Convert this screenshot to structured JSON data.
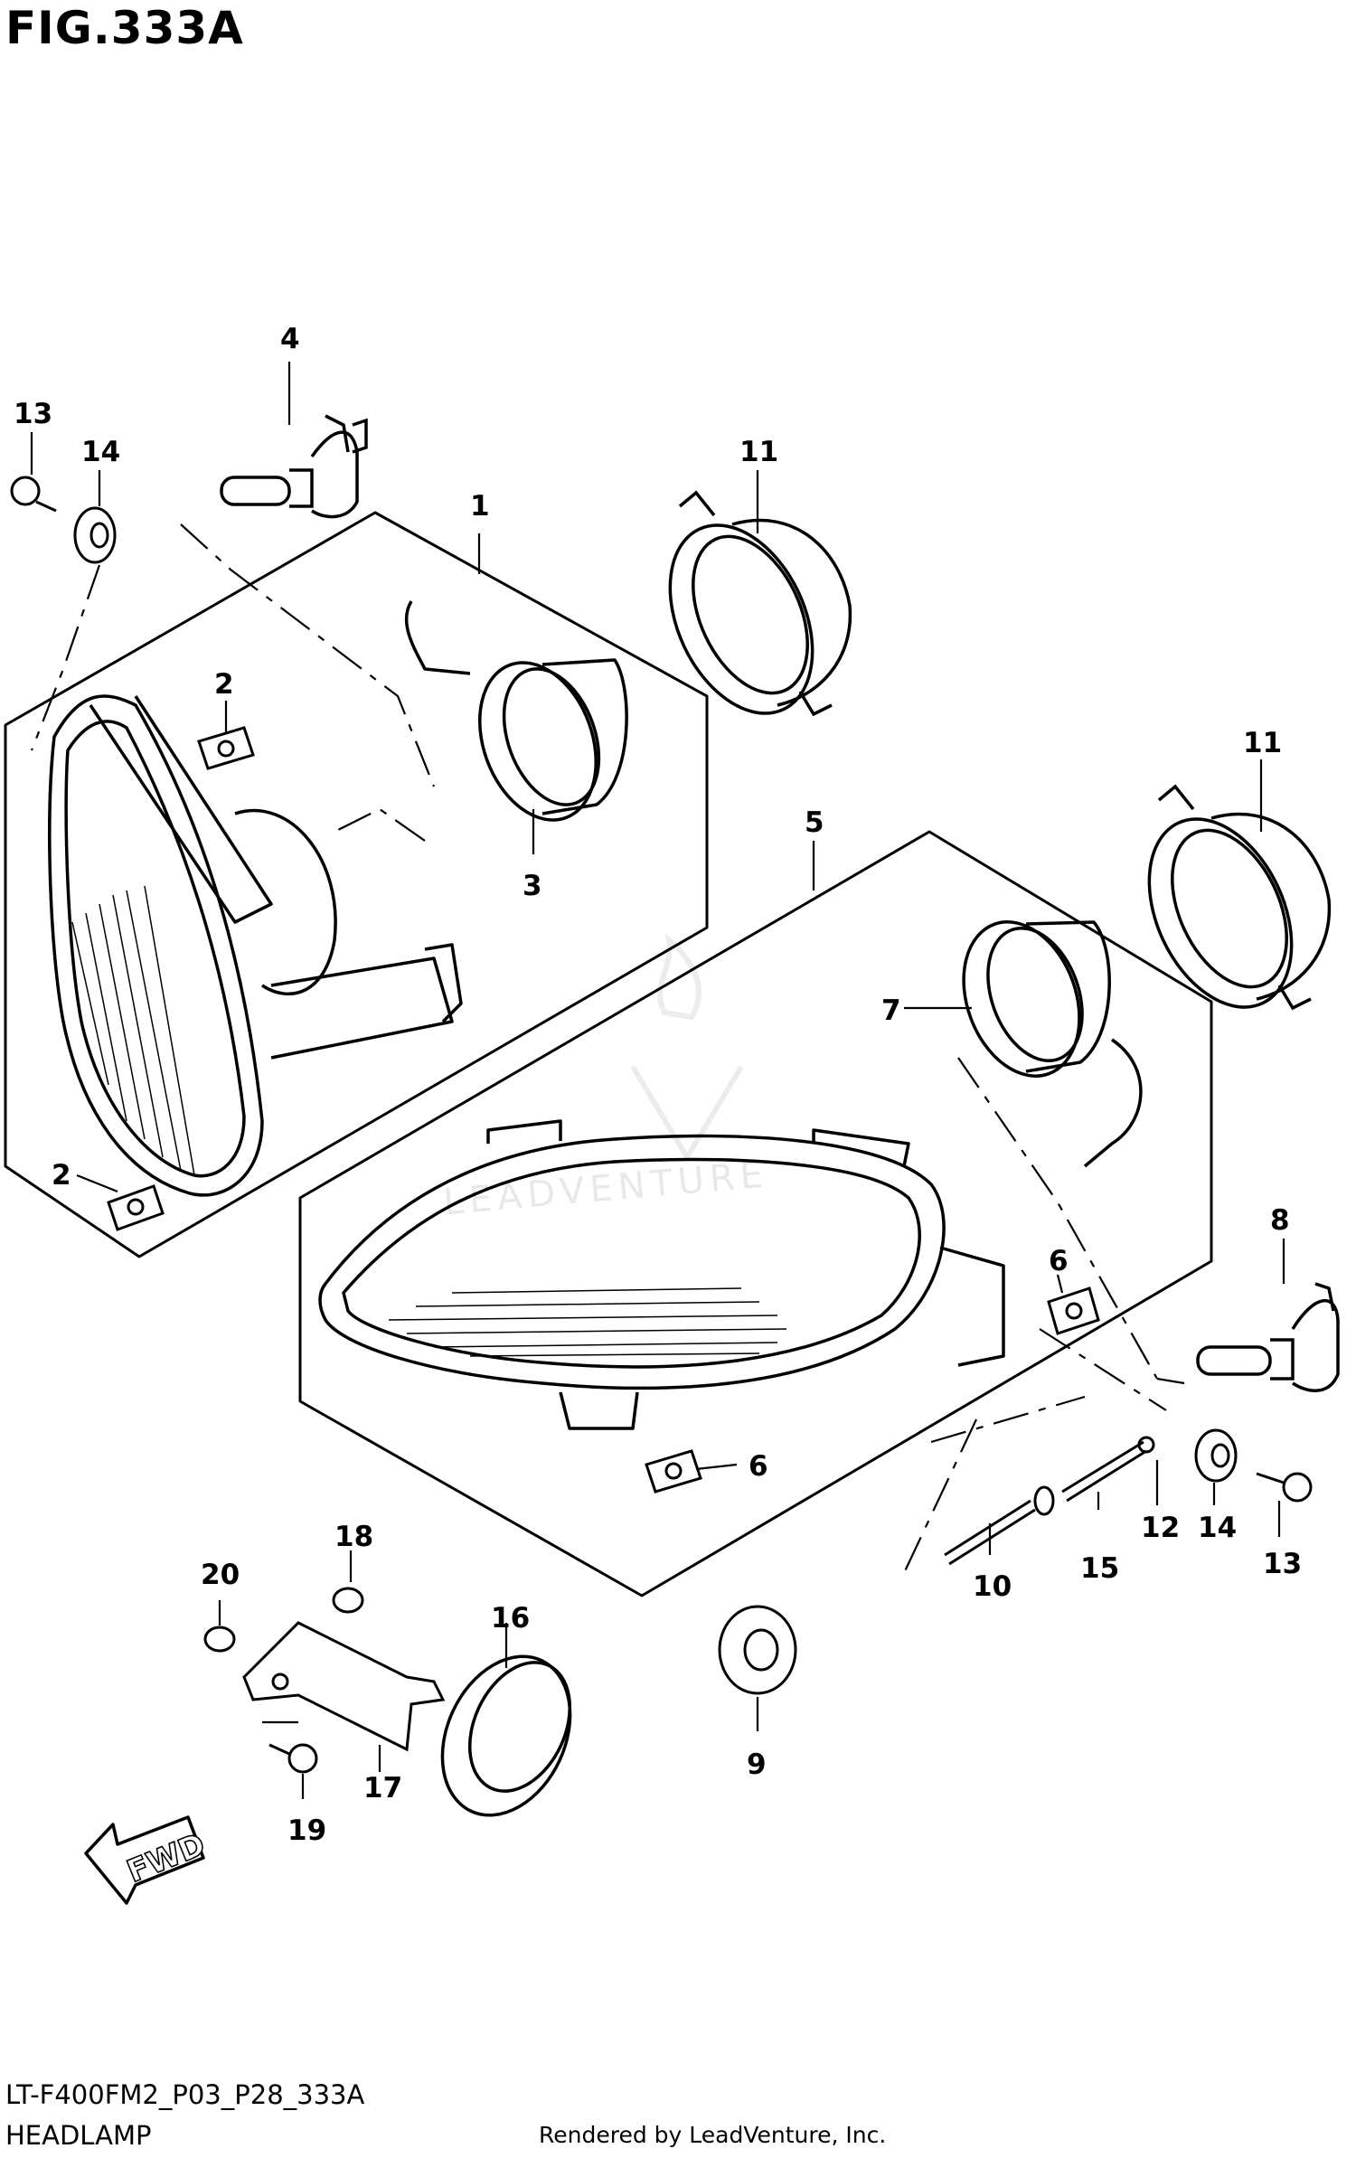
{
  "figure": {
    "title": "FIG.333A",
    "model_code": "LT-F400FM2_P03_P28_333A",
    "name": "HEADLAMP",
    "credit": "Rendered by LeadVenture, Inc.",
    "watermark": "LEADVENTURE"
  },
  "direction_indicator": {
    "label": "FWD"
  },
  "callouts": [
    {
      "id": "c1",
      "number": "1"
    },
    {
      "id": "c2a",
      "number": "2"
    },
    {
      "id": "c2b",
      "number": "2"
    },
    {
      "id": "c3",
      "number": "3"
    },
    {
      "id": "c4",
      "number": "4"
    },
    {
      "id": "c5",
      "number": "5"
    },
    {
      "id": "c6a",
      "number": "6"
    },
    {
      "id": "c6b",
      "number": "6"
    },
    {
      "id": "c7",
      "number": "7"
    },
    {
      "id": "c8",
      "number": "8"
    },
    {
      "id": "c9",
      "number": "9"
    },
    {
      "id": "c10",
      "number": "10"
    },
    {
      "id": "c11a",
      "number": "11"
    },
    {
      "id": "c11b",
      "number": "11"
    },
    {
      "id": "c12",
      "number": "12"
    },
    {
      "id": "c13a",
      "number": "13"
    },
    {
      "id": "c13b",
      "number": "13"
    },
    {
      "id": "c14a",
      "number": "14"
    },
    {
      "id": "c14b",
      "number": "14"
    },
    {
      "id": "c15",
      "number": "15"
    },
    {
      "id": "c16",
      "number": "16"
    },
    {
      "id": "c17",
      "number": "17"
    },
    {
      "id": "c18",
      "number": "18"
    },
    {
      "id": "c19",
      "number": "19"
    },
    {
      "id": "c20",
      "number": "20"
    }
  ]
}
